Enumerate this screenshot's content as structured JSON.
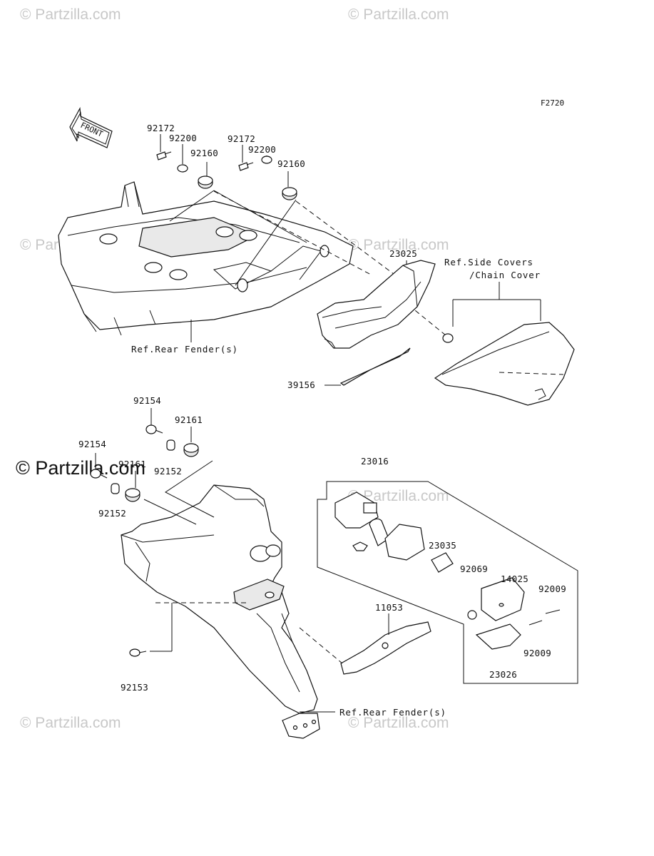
{
  "diagram": {
    "figure_code": "F2720",
    "front_arrow_label": "FRONT",
    "watermark": "© Partzilla.com",
    "watermark_large": "© Partzilla.com",
    "parts": {
      "p92172_a": "92172",
      "p92200_a": "92200",
      "p92160_a": "92160",
      "p92172_b": "92172",
      "p92200_b": "92200",
      "p92160_b": "92160",
      "p23025": "23025",
      "p39156": "39156",
      "p92154_a": "92154",
      "p92161_a": "92161",
      "p92152_a": "92152",
      "p92154_b": "92154",
      "p92161_b": "92161",
      "p92152_b": "92152",
      "p23016": "23016",
      "p23035": "23035",
      "p92069": "92069",
      "p14025": "14025",
      "p92009_a": "92009",
      "p92009_b": "92009",
      "p23026": "23026",
      "p11053": "11053",
      "p92153": "92153"
    },
    "refs": {
      "side_covers_line1": "Ref.Side Covers",
      "side_covers_line2": "/Chain Cover",
      "rear_fender_top": "Ref.Rear Fender(s)",
      "rear_fender_bottom": "Ref.Rear Fender(s)"
    }
  }
}
